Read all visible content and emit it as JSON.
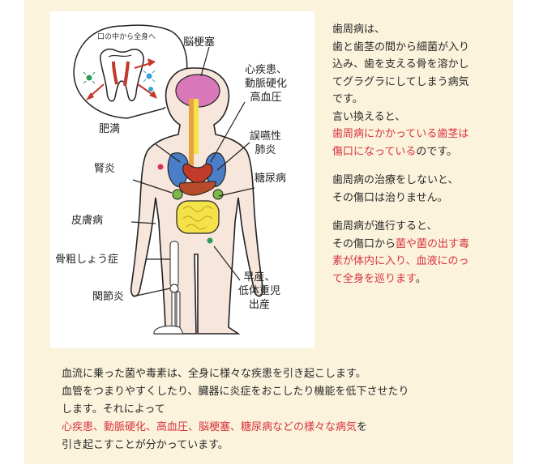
{
  "diagram": {
    "bubble_caption": "口の中から全身へ",
    "labels": {
      "stroke": "脳梗塞",
      "heart_line1": "心疾患、",
      "heart_line2": "動脈硬化",
      "heart_line3": "高血圧",
      "obesity": "肥満",
      "pneumonia_line1": "誤嚥性",
      "pneumonia_line2": "肺炎",
      "nephritis": "腎炎",
      "diabetes": "糖尿病",
      "skin": "皮膚病",
      "osteoporosis": "骨粗しょう症",
      "arthritis": "関節炎",
      "birth_line1": "早産、",
      "birth_line2": "低体重児",
      "birth_line3": "出産"
    },
    "colors": {
      "brain": "#d978b8",
      "heart": "#c23a2a",
      "lungs": "#4a7fc8",
      "intestine": "#f3e24a",
      "kidney": "#7fb84a",
      "skin": "#f6e6dc",
      "bacteria_green": "#2e9a5a",
      "bacteria_blue": "#3aa0d8",
      "bacteria_red": "#d6315a",
      "arrow": "#c0392b"
    }
  },
  "explanation": {
    "p1_line1": "歯周病は、",
    "p1_line2": "歯と歯茎の間から細菌が入り",
    "p1_line3": "込み、歯を支える骨を溶かし",
    "p1_line4": "てグラグラにしてしまう病気",
    "p1_line5": "です。",
    "p1_line6": "言い換えると、",
    "p1_red1": "歯周病にかかっている歯茎は",
    "p1_red2": "傷口になっている",
    "p1_tail": "のです。",
    "p2_line1": "歯周病の治療をしないと、",
    "p2_line2": "その傷口は治りません。",
    "p3_line1": "歯周病が進行すると、",
    "p3_pre": "その傷口から",
    "p3_red1": "菌や菌の出す毒",
    "p3_red2": "素が体内に入り、血液にのっ",
    "p3_red3": "て全身を巡ります",
    "p3_tail": "。"
  },
  "summary": {
    "line1": "血流に乗った菌や毒素は、全身に様々な疾患を引き起こします。",
    "line2": "血管をつまりやすくしたり、臓器に炎症をおこしたり機能を低下させたり",
    "line3": "します。それによって",
    "line4_red": "心疾患、動脈硬化、高血圧、脳梗塞、糖尿病などの様々な病気",
    "line4_tail": "を",
    "line5": "引き起こすことが分かっています。"
  }
}
